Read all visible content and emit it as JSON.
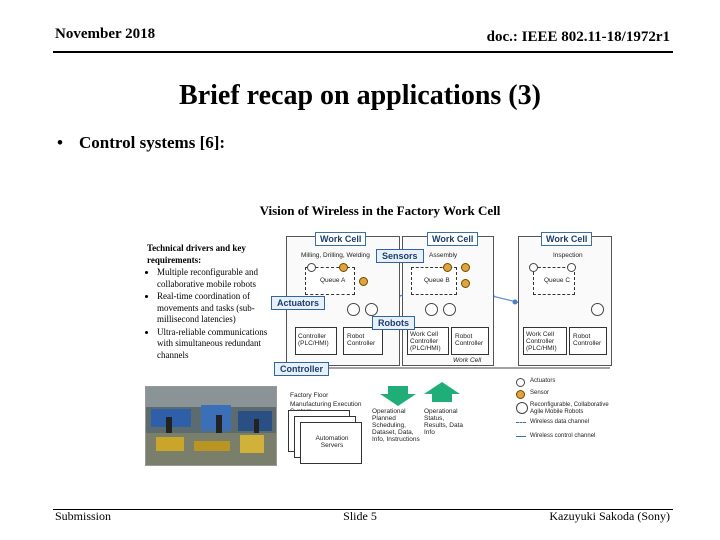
{
  "header": {
    "date": "November 2018",
    "doc": "doc.: IEEE 802.11-18/1972r1"
  },
  "slide": {
    "title": "Brief recap on applications (3)",
    "bullet_marker": "•",
    "bullet": "Control systems [6]:"
  },
  "figure": {
    "title": "Vision of Wireless in the Factory Work Cell",
    "requirements": {
      "lead": "Technical drivers and key requirements:",
      "items": [
        "Multiple reconfigurable and collaborative mobile robots",
        "Real-time coordination of movements and tasks (sub-millisecond latencies)",
        "Ultra-reliable communications with simultaneous redundant channels"
      ]
    },
    "cells": [
      {
        "tag": "Work Cell",
        "task": "Milling, Drilling, Welding",
        "controller": "Controller (PLC/HMI)",
        "robot": "Robot Controller"
      },
      {
        "tag": "Work Cell",
        "task": "Assembly",
        "controller": "Work Cell Controller (PLC/HMI)",
        "robot": "Robot Controller"
      },
      {
        "tag": "Work Cell",
        "task": "Inspection",
        "controller": "Work Cell Controller (PLC/HMI)",
        "robot": "Robot Controller"
      }
    ],
    "callouts": {
      "sensors": "Sensors",
      "actuators": "Actuators",
      "robots": "Robots",
      "controller": "Controller"
    },
    "labels": {
      "queue_a": "Queue A",
      "queue_b": "Queue B",
      "queue_c": "Queue C",
      "work_cell": "Work Cell",
      "factory_floor": "Factory Floor",
      "mes": "Manufacturing Execution System",
      "automation": "Automation Servers",
      "planned": "Operational Planned Scheduling, Dataset, Data, Info, Instructions",
      "status": "Operational Status, Results, Data Info"
    },
    "legend": [
      "Actuators",
      "Sensor",
      "Reconfigurable, Collaborative Agile Mobile Robots",
      "Wireless data channel",
      "Wireless control channel"
    ]
  },
  "footer": {
    "left": "Submission",
    "center": "Slide 5",
    "right": "Kazuyuki Sakoda (Sony)"
  },
  "colors": {
    "accent": "#2f65a7",
    "arrow_green": "#1fae78",
    "node_orange": "#e2a33a"
  }
}
